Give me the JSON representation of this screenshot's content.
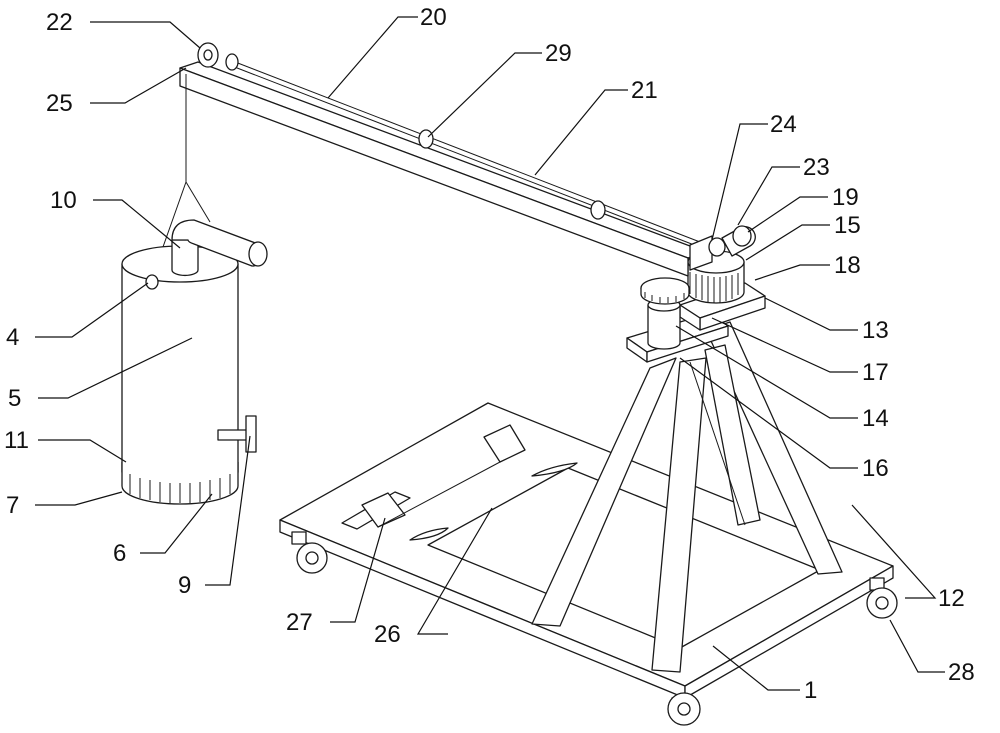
{
  "callouts": [
    {
      "id": "1",
      "text": "1"
    },
    {
      "id": "4",
      "text": "4"
    },
    {
      "id": "5",
      "text": "5"
    },
    {
      "id": "6",
      "text": "6"
    },
    {
      "id": "7",
      "text": "7"
    },
    {
      "id": "9",
      "text": "9"
    },
    {
      "id": "10",
      "text": "10"
    },
    {
      "id": "11",
      "text": "11"
    },
    {
      "id": "12",
      "text": "12"
    },
    {
      "id": "13",
      "text": "13"
    },
    {
      "id": "14",
      "text": "14"
    },
    {
      "id": "15",
      "text": "15"
    },
    {
      "id": "16",
      "text": "16"
    },
    {
      "id": "17",
      "text": "17"
    },
    {
      "id": "18",
      "text": "18"
    },
    {
      "id": "19",
      "text": "19"
    },
    {
      "id": "20",
      "text": "20"
    },
    {
      "id": "21",
      "text": "21"
    },
    {
      "id": "22",
      "text": "22"
    },
    {
      "id": "23",
      "text": "23"
    },
    {
      "id": "24",
      "text": "24"
    },
    {
      "id": "25",
      "text": "25"
    },
    {
      "id": "26",
      "text": "26"
    },
    {
      "id": "27",
      "text": "27"
    },
    {
      "id": "28",
      "text": "28"
    },
    {
      "id": "29",
      "text": "29"
    }
  ]
}
